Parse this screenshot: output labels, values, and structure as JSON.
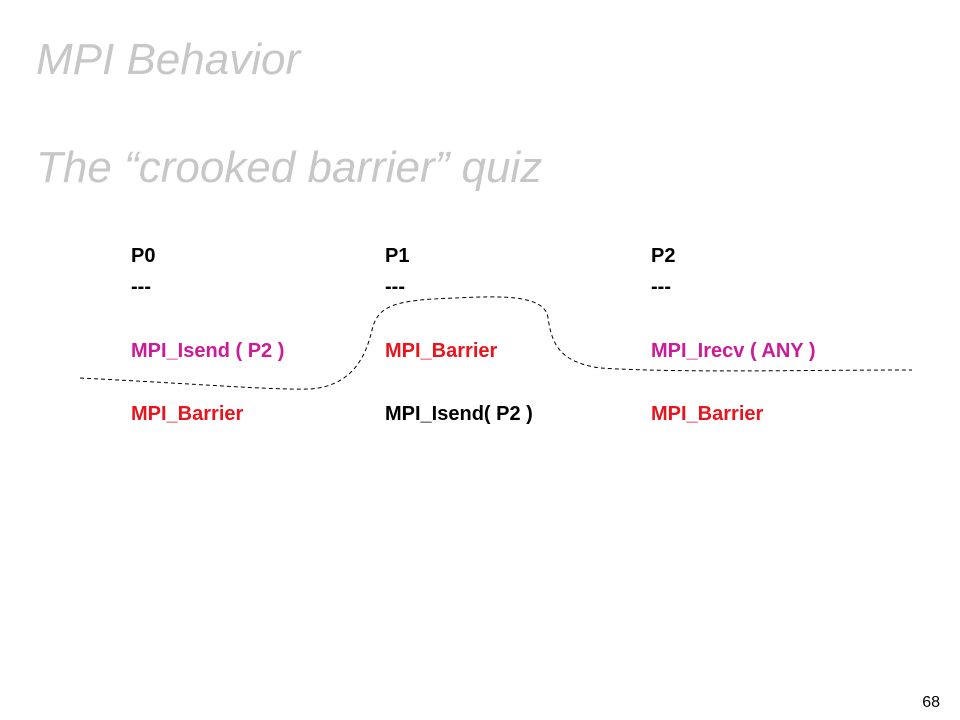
{
  "slide": {
    "title": "MPI Behavior",
    "subtitle": "The “crooked barrier” quiz",
    "page_number": "68"
  },
  "processes": [
    {
      "name": "P0",
      "separator": "---",
      "op1": "MPI_Isend ( P2 )",
      "op2": "MPI_Barrier"
    },
    {
      "name": "P1",
      "separator": "---",
      "op1": "MPI_Barrier",
      "op2": "MPI_Isend( P2 )"
    },
    {
      "name": "P2",
      "separator": "---",
      "op1": "MPI_Irecv ( ANY )",
      "op2": "MPI_Barrier"
    }
  ],
  "colors": {
    "title_gray": "#c7c7c7",
    "magenta": "#cc1a99",
    "red": "#e8141e",
    "black": "#000000"
  }
}
